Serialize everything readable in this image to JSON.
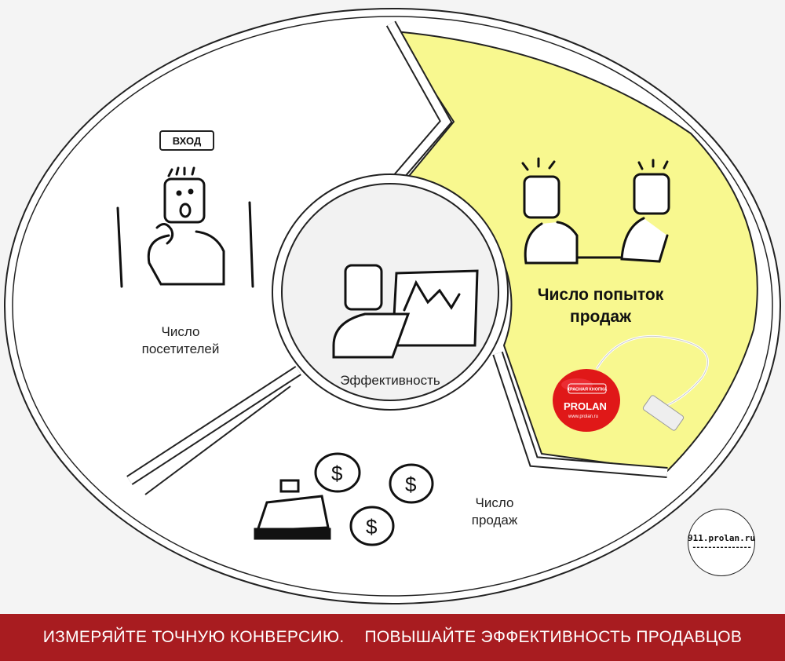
{
  "segments": {
    "visitors": {
      "label_line1": "Число",
      "label_line2": "посетителей",
      "entry_sign": "ВХОД"
    },
    "attempts": {
      "label_line1": "Число попыток",
      "label_line2": "продаж",
      "fill": "#f8f88f"
    },
    "sales": {
      "label_line1": "Число",
      "label_line2": "продаж"
    },
    "center": {
      "label": "Эффективность"
    }
  },
  "device": {
    "brand": "PROLAN",
    "badge_text": "КРАСНАЯ КНОПКА",
    "url": "www.prolan.ru",
    "color": "#e01818"
  },
  "badge": {
    "site": "911.prolan.ru",
    "underline": "---------------"
  },
  "banner": {
    "left": "ИЗМЕРЯЙТЕ ТОЧНУЮ КОНВЕРСИЮ.",
    "right": "ПОВЫШАЙТЕ ЭФФЕКТИВНОСТЬ ПРОДАВЦОВ",
    "color": "#a81c20"
  }
}
